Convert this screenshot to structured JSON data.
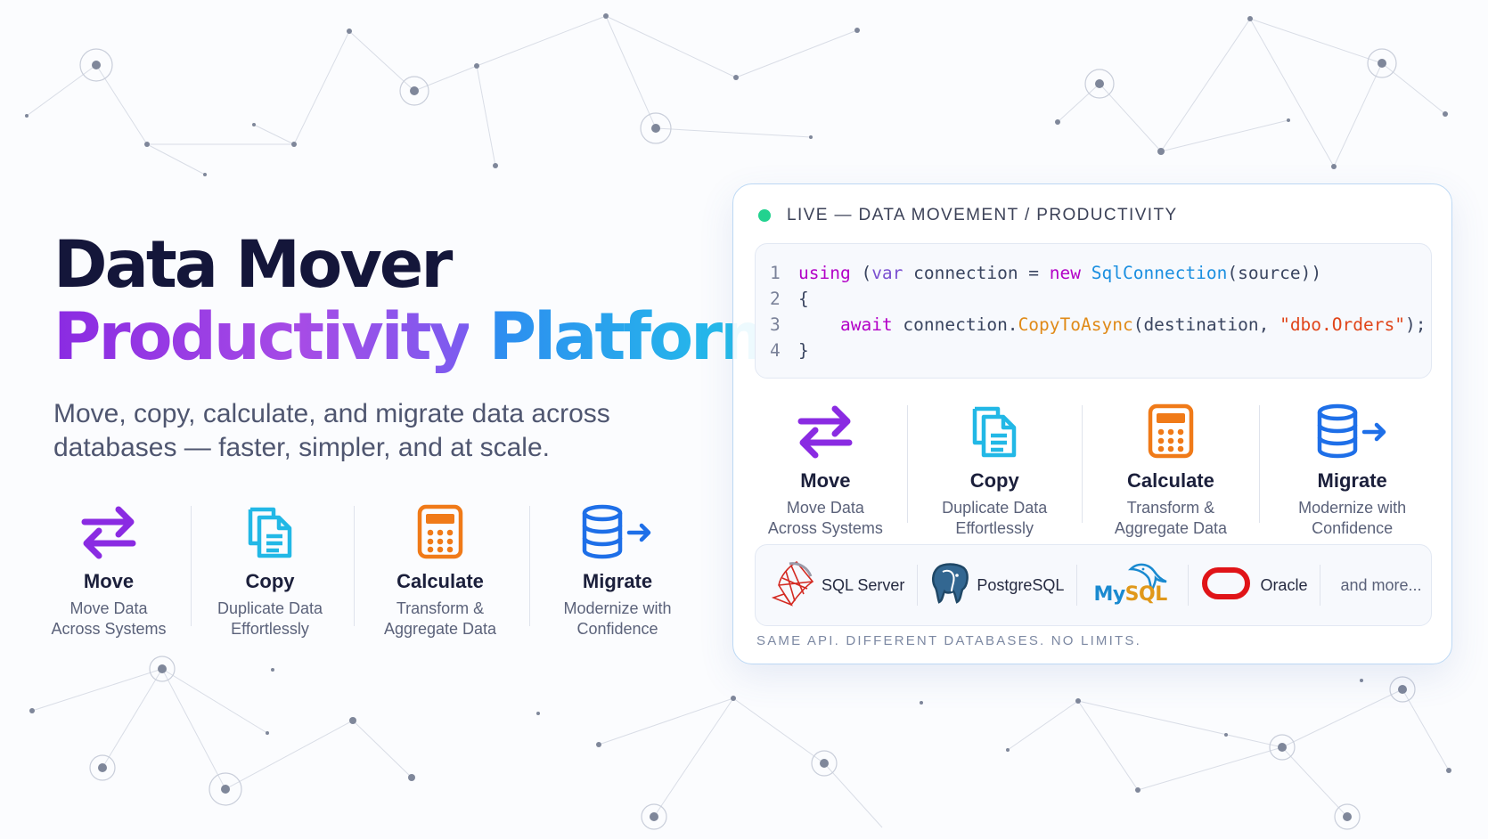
{
  "hero": {
    "title_line1": "Data Mover",
    "title_line2_a": "Productivity",
    "title_line2_b": "Platform",
    "subtitle": "Move, copy, calculate, and migrate data across databases — faster, simpler, and at scale."
  },
  "features": [
    {
      "name": "Move",
      "desc": "Move Data\nAcross Systems",
      "icon": "swap-arrows-icon"
    },
    {
      "name": "Copy",
      "desc": "Duplicate Data\nEffortlessly",
      "icon": "copy-documents-icon"
    },
    {
      "name": "Calculate",
      "desc": "Transform &\nAggregate Data",
      "icon": "calculator-icon"
    },
    {
      "name": "Migrate",
      "desc": "Modernize with\nConfidence",
      "icon": "database-arrow-icon"
    }
  ],
  "card": {
    "live_label": "LIVE — DATA MOVEMENT / PRODUCTIVITY",
    "code": {
      "line_numbers": [
        "1",
        "2",
        "3",
        "4"
      ],
      "line1": {
        "kw_using": "using",
        "p1": " (",
        "kw_var": "var",
        "p2": " connection = ",
        "kw_new": "new",
        "p3": " ",
        "type": "SqlConnection",
        "p4": "(source))"
      },
      "line2": "{",
      "line3": {
        "indent": "    ",
        "kw_await": "await",
        "p1": " connection.",
        "method": "CopyToAsync",
        "p2": "(destination, ",
        "string": "\"dbo.Orders\"",
        "p3": ");"
      },
      "line4": "}"
    },
    "databases": [
      {
        "name": "SQL Server",
        "icon": "sql-server-icon"
      },
      {
        "name": "PostgreSQL",
        "icon": "postgresql-elephant-icon"
      },
      {
        "name": "MySQL",
        "icon": "mysql-dolphin-icon"
      },
      {
        "name": "Oracle",
        "icon": "oracle-ring-icon"
      }
    ],
    "more_label": "and more...",
    "tagline": "SAME API. DIFFERENT DATABASES. NO LIMITS."
  },
  "colors": {
    "move": "#8a2be2",
    "copy": "#22b8e6",
    "calculate": "#f07a18",
    "migrate": "#1e6fe8",
    "live": "#22d28f"
  }
}
